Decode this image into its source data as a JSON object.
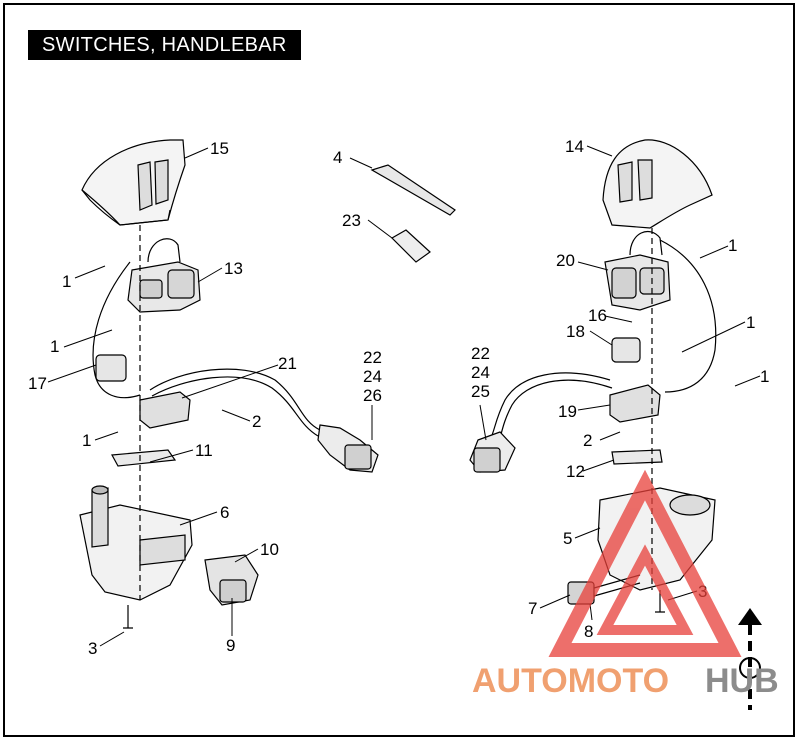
{
  "title": "SWITCHES, HANDLEBAR",
  "callouts": {
    "c15": "15",
    "c14": "14",
    "c4": "4",
    "c23": "23",
    "c1a": "1",
    "c13": "13",
    "c1b": "1",
    "c17": "17",
    "c21": "21",
    "c2a": "2",
    "c1c": "1",
    "c11": "11",
    "c6": "6",
    "c10": "10",
    "c3a": "3",
    "c9": "9",
    "c22a": "22",
    "c24a": "24",
    "c26": "26",
    "c22b": "22",
    "c24b": "24",
    "c25": "25",
    "c20": "20",
    "c1d": "1",
    "c16": "16",
    "c18": "18",
    "c1e": "1",
    "c1f": "1",
    "c19": "19",
    "c2b": "2",
    "c12": "12",
    "c5": "5",
    "c3b": "3",
    "c7": "7",
    "c8": "8"
  },
  "watermark": {
    "red": "AUTOMOTO",
    "gray": "HUB",
    "color_red": "#e8403a",
    "color_gray": "#8c8c8c"
  }
}
